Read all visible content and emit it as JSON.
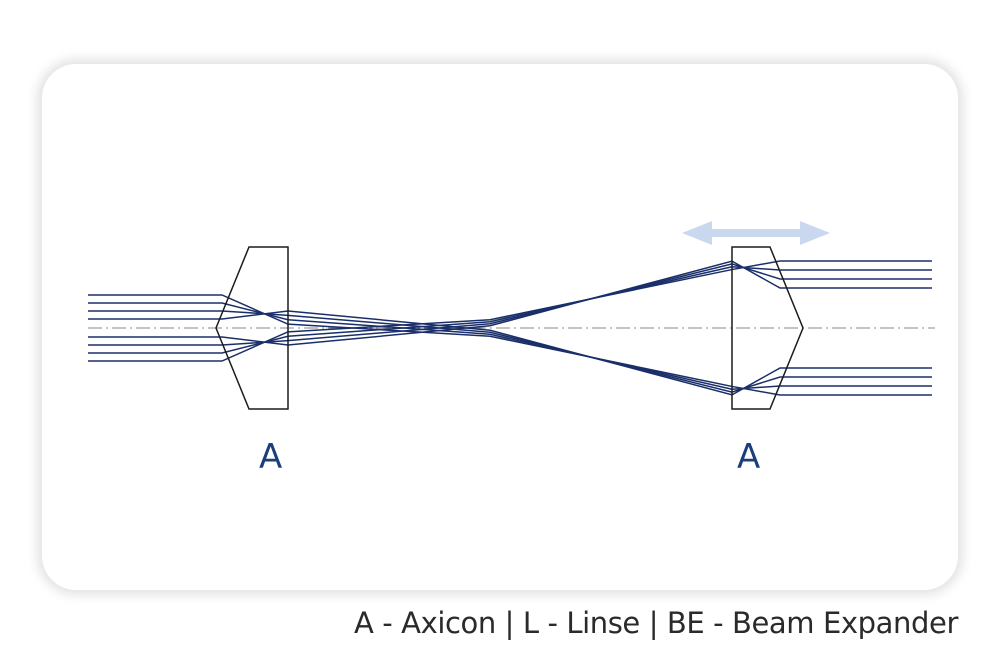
{
  "diagram": {
    "components": [
      {
        "id": "axicon-1",
        "label": "A"
      },
      {
        "id": "axicon-2",
        "label": "A"
      }
    ],
    "movement_arrow": {
      "direction": "bidirectional-horizontal",
      "color": "#c9d8ee"
    },
    "beam_color": "#1a2f6a",
    "element_color": "#1c1c1c",
    "optical_axis_color": "#888888"
  },
  "legend": {
    "text": "A - Axicon  |  L  - Linse | BE - Beam Expander"
  }
}
